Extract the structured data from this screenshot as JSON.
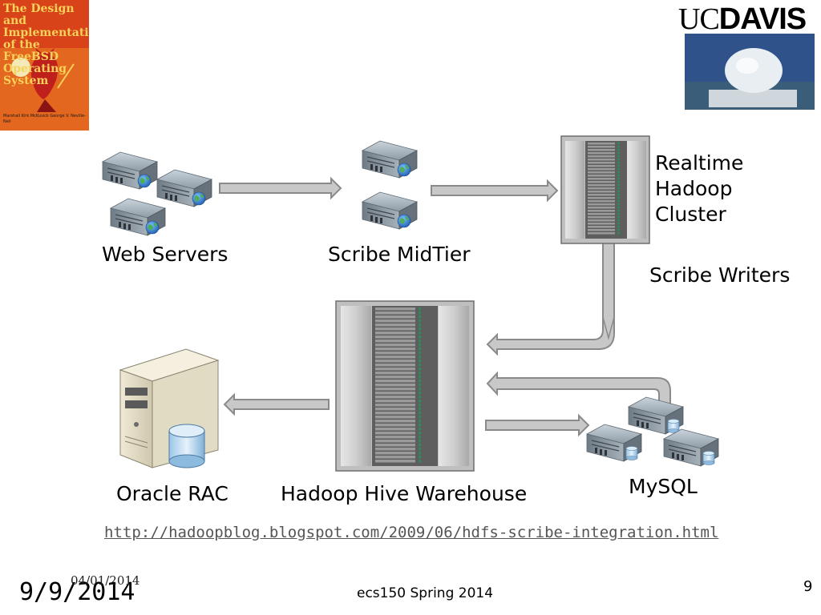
{
  "book": {
    "title": "The Design and Implementation of the FreeBSD Operating System",
    "authors": "Marshall Kirk McKusick George V. Neville-Neil"
  },
  "logo": {
    "part1": "UC",
    "part2": "DAVIS"
  },
  "labels": {
    "web_servers": "Web Servers",
    "scribe_midtier": "Scribe MidTier",
    "realtime_cluster": [
      "Realtime",
      "Hadoop",
      "Cluster"
    ],
    "scribe_writers": "Scribe Writers",
    "oracle_rac": "Oracle RAC",
    "hive_warehouse": "Hadoop Hive Warehouse",
    "mysql": "MySQL"
  },
  "link": "http://hadoopblog.blogspot.com/2009/06/hdfs-scribe-integration.html",
  "footer": {
    "date_large": "9/9/2014",
    "date_small": "04/01/2014",
    "course": "ecs150 Spring 2014",
    "page": "9"
  },
  "colors": {
    "arrow_fill": "#c8c8c8",
    "arrow_stroke": "#8a8a8a",
    "server_body": "#8d9aa5",
    "rack_frame": "#b9b9b9",
    "globe": "#2f7fd0"
  },
  "icons": {
    "server": "server-icon",
    "rack": "rack-cabinet-icon",
    "db": "database-icon",
    "globe": "globe-icon"
  }
}
